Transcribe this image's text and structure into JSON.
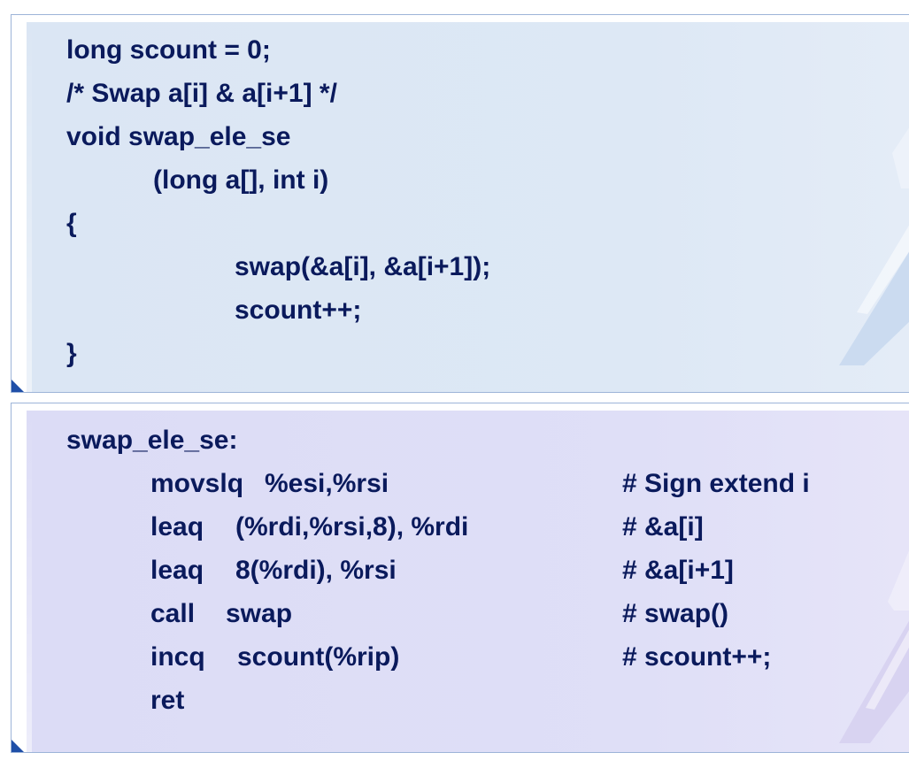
{
  "c_code": {
    "lines": [
      "long scount = 0;",
      "/* Swap a[i] & a[i+1] */",
      "void swap_ele_se",
      "(long a[], int i)",
      "{",
      "swap(&a[i], &a[i+1]);",
      "scount++;",
      "}"
    ]
  },
  "asm_code": {
    "label": "swap_ele_se:",
    "instructions": [
      {
        "op": "movslq",
        "args": "%esi,%rsi",
        "comment": "# Sign extend i"
      },
      {
        "op": "leaq",
        "args": "(%rdi,%rsi,8), %rdi",
        "comment": "# &a[i]"
      },
      {
        "op": "leaq",
        "args": "8(%rdi), %rsi",
        "comment": "# &a[i+1]"
      },
      {
        "op": "call",
        "args": "swap",
        "comment": "# swap()"
      },
      {
        "op": "incq",
        "args": "scount(%rip)",
        "comment": "# scount++;"
      },
      {
        "op": "ret",
        "args": "",
        "comment": ""
      }
    ]
  },
  "colors": {
    "text": "#0a1a5c",
    "c_panel_bg": "#dbe6f4",
    "asm_panel_bg": "#dcdcf6",
    "border": "#9db4d8",
    "corner_accent": "#1f4fa8"
  }
}
